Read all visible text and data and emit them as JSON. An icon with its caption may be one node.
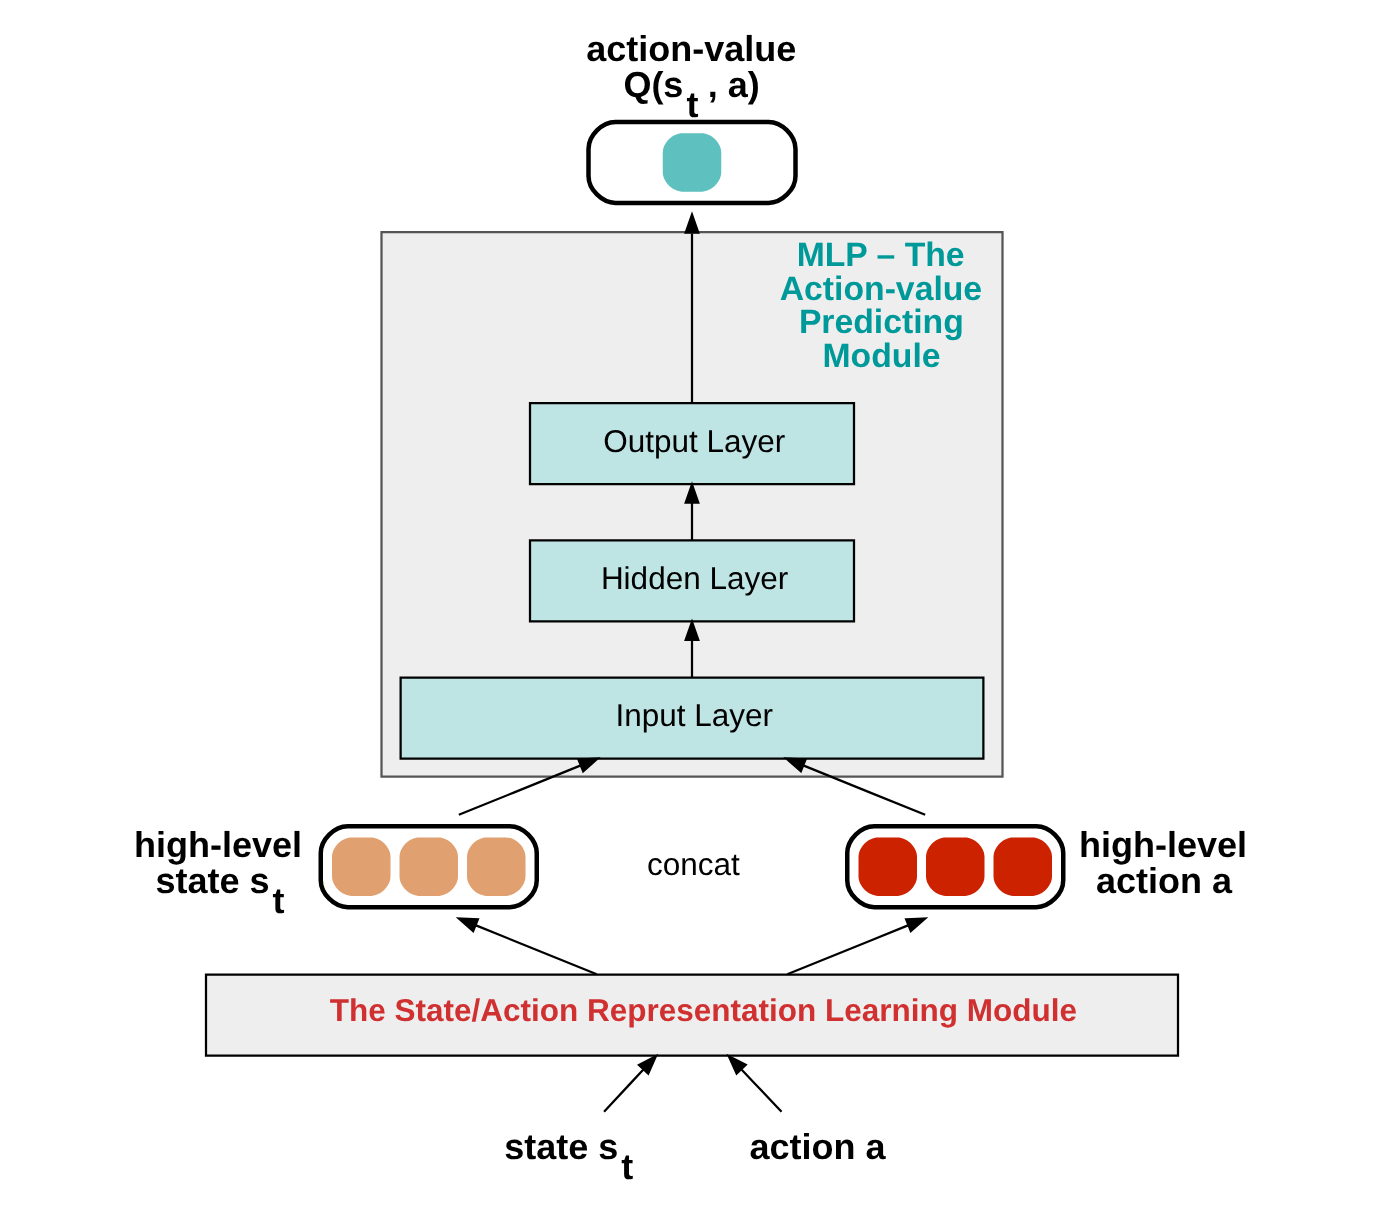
{
  "diagram": {
    "nodes": [
      {
        "text": [
          "MLP – The Action-value Predicting Module"
        ]
      },
      {
        "text": [
          "Output Layer"
        ],
        "in": 0
      },
      {
        "text": [
          "Hidden Layer"
        ],
        "in": 0
      },
      {
        "text": [
          "Input Layer"
        ],
        "in": 0
      },
      {
        "text": [],
        "shape": "box",
        "beside": [
          "action-value Q(s$_{t}$ , a)"
        ]
      },
      {
        "text": [],
        "shape": "box",
        "beside": [
          "high-level state s$_{t}$"
        ]
      },
      {
        "text": [],
        "shape": "box",
        "beside": [
          "high-level action a"
        ]
      },
      {
        "text": [
          "The State/Action Representation Learning Module"
        ]
      },
      {
        "text": [
          "state s$_{t}$"
        ]
      },
      {
        "text": [
          "action a"
        ]
      }
    ],
    "edges": [
      {
        "from": 8,
        "to": 7,
        "arrow": "to"
      },
      {
        "from": 9,
        "to": 7,
        "arrow": "to"
      },
      {
        "from": 7,
        "to": 5,
        "arrow": "to"
      },
      {
        "from": 7,
        "to": 6,
        "arrow": "to"
      },
      {
        "from": 5,
        "to": 3,
        "arrow": "to"
      },
      {
        "from": 6,
        "to": 3,
        "arrow": "to"
      },
      {
        "from": 3,
        "to": 2,
        "arrow": "to"
      },
      {
        "from": 2,
        "to": 1,
        "arrow": "to"
      },
      {
        "from": 1,
        "to": 4,
        "arrow": "to"
      }
    ],
    "labels": [
      "concat"
    ]
  }
}
